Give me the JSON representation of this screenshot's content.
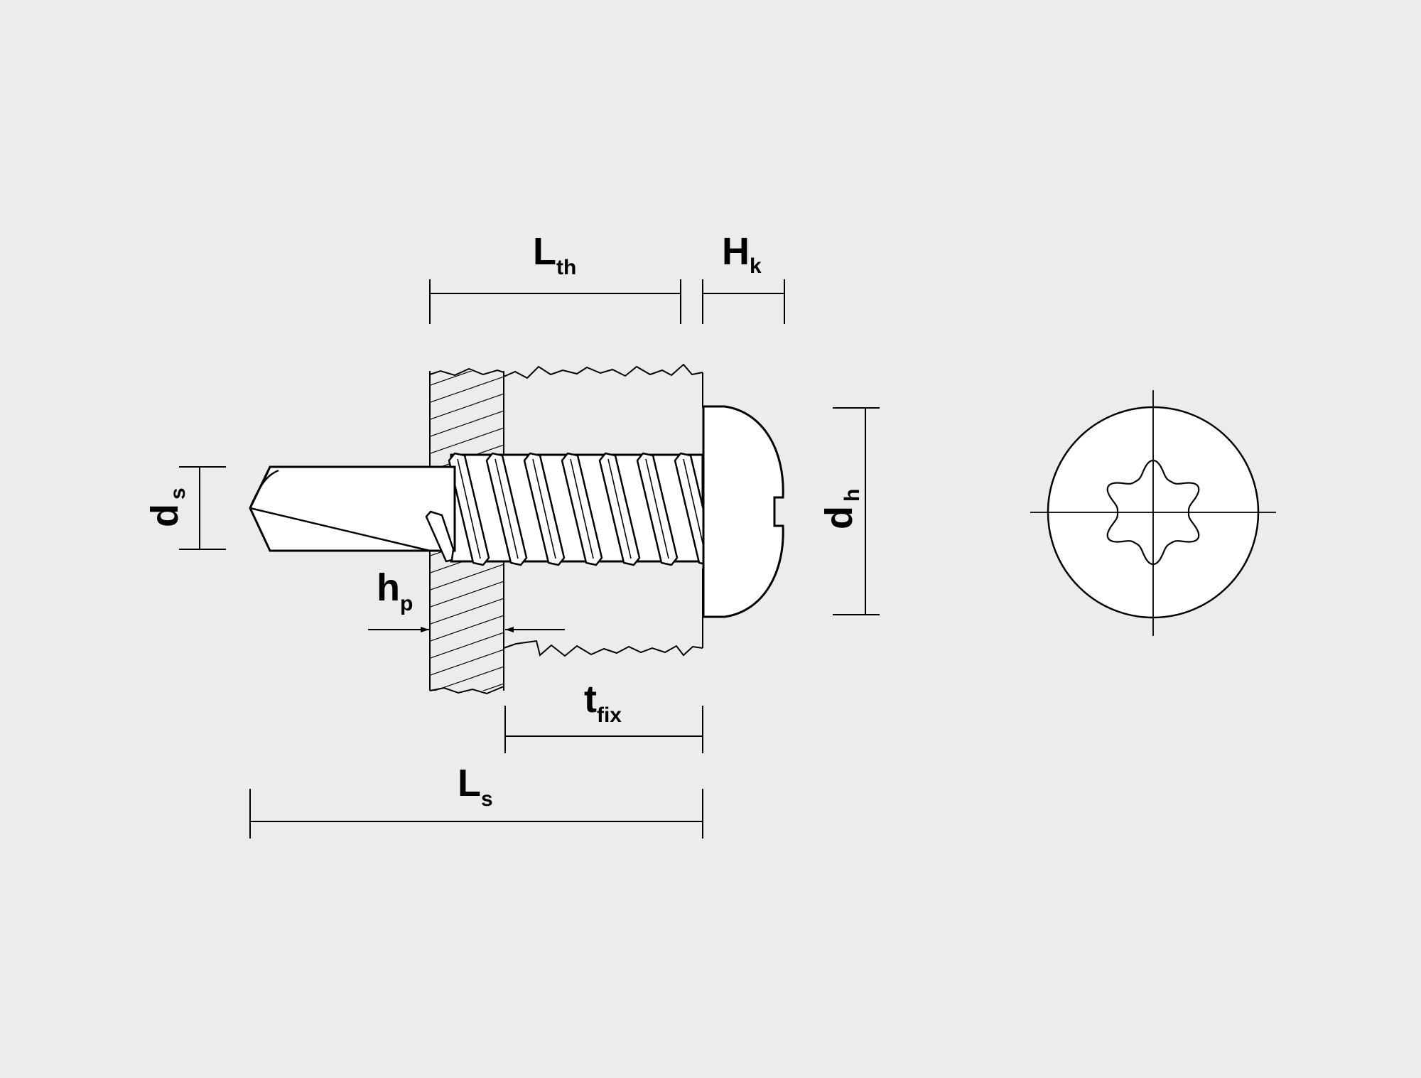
{
  "labels": {
    "lth": {
      "main": "L",
      "sub": "th"
    },
    "hk": {
      "main": "H",
      "sub": "k"
    },
    "ds": {
      "main": "d",
      "sub": "s"
    },
    "dh": {
      "main": "d",
      "sub": "h"
    },
    "hp": {
      "main": "h",
      "sub": "p"
    },
    "tfix": {
      "main": "t",
      "sub": "fix"
    },
    "ls": {
      "main": "L",
      "sub": "s"
    }
  },
  "colors": {
    "background": "#ececec",
    "line": "#000000",
    "fill": "#ffffff"
  },
  "icons": {
    "drive": "hexalobular-star-drive"
  }
}
